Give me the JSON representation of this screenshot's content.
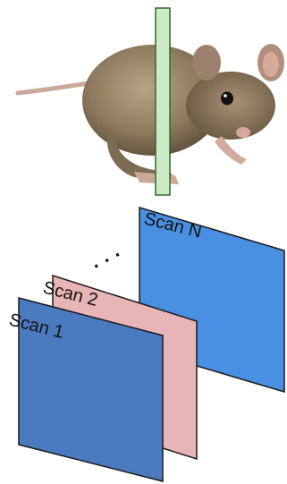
{
  "scans": [
    {
      "label": "Scan N",
      "color": "#4a90e2"
    },
    {
      "label": "Scan 2",
      "color": "#e8b5b6"
    },
    {
      "label": "Scan 1",
      "color": "#4a7bbf"
    }
  ],
  "ellipsis": "· · ·",
  "slice_color": "#cdeac6",
  "slice_stroke": "#2f6b2a",
  "plane_stroke": "#1a1a1a",
  "subject_icon": "mouse-illustration"
}
